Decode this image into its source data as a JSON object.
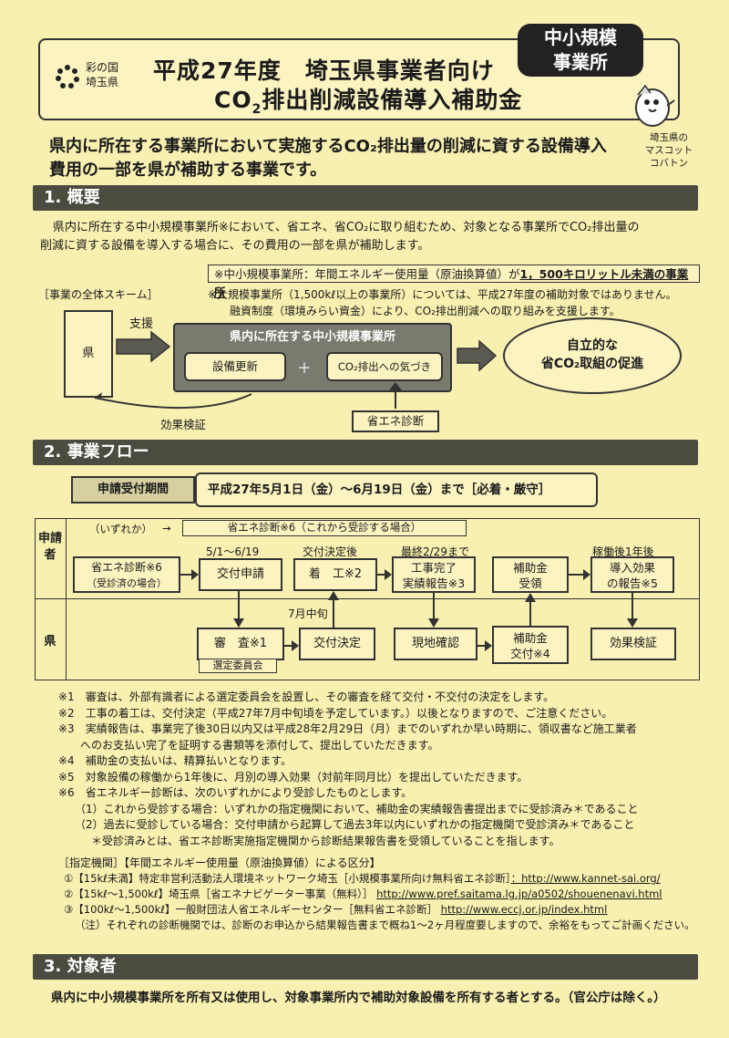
{
  "header": {
    "logo_text": [
      "彩の国",
      "埼玉県"
    ],
    "title_line1": "平成27年度　埼玉県事業者向け",
    "title_line2_pre": "CO",
    "title_line2_sub": "2",
    "title_line2_post": "排出削減設備導入補助金",
    "badge_line1": "中小規模",
    "badge_line2": "事業所",
    "mascot_caption": [
      "埼玉県の",
      "マスコット",
      "コバトン"
    ]
  },
  "lead": {
    "line1": "県内に所在する事業所において実施するCO₂排出量の削減に資する設備導入",
    "line2": "費用の一部を県が補助する事業です。"
  },
  "section1": {
    "heading": "1. 概要",
    "para1": "県内に所在する中小規模事業所※において、省エネ、省CO₂に取り組むため、対象となる事業所でCO₂排出量の",
    "para2": "削減に資する設備を導入する場合に、その費用の一部を県が補助します。",
    "note_prefix": "※中小規模事業所：年間エネルギー使用量（原油換算値）が",
    "note_emph": "1，500キロリットル未満の事業所",
    "scheme_label": "［事業の全体スキーム］",
    "large_note1": "※大規模事業所（1,500kℓ以上の事業所）については、平成27年度の補助対象ではありません。",
    "large_note2": "融資制度（環境みらい資金）により、CO₂排出削減への取り組みを支援します。",
    "scheme": {
      "pref": "県",
      "support": "支援",
      "target_title": "県内に所在する中小規模事業所",
      "equipment": "設備更新",
      "plus": "＋",
      "awareness": "CO₂排出への気づき",
      "effect_check": "効果検証",
      "audit": "省エネ診断",
      "result_line1": "自立的な",
      "result_line2": "省CO₂取組の促進"
    }
  },
  "section2": {
    "heading": "2. 事業フロー",
    "period_label": "申請受付期間",
    "period_value": "平成27年5月1日（金）～6月19日（金）まで［必着・厳守］",
    "row_applicant": "申請者",
    "row_pref": "県",
    "either": "（いずれか）",
    "audit_future": "省エネ診断※6（これから受診する場合）",
    "audit_done_line1": "省エネ診断※6",
    "audit_done_line2": "（受診済の場合）",
    "date_apply": "5/1～6/19",
    "apply": "交付申請",
    "after_decision": "交付決定後",
    "start": "着　工※2",
    "deadline": "最終2/29まで",
    "complete_line1": "工事完了",
    "complete_line2": "実績報告※3",
    "grant_line1": "補助金",
    "grant_line2": "受領",
    "after_year": "稼働後1年後",
    "effect_report_line1": "導入効果",
    "effect_report_line2": "の報告※5",
    "review": "審　査※1",
    "committee": "選定委員会",
    "mid_july": "7月中旬",
    "decision": "交付決定",
    "site_check": "現地確認",
    "grant_pay_line1": "補助金",
    "grant_pay_line2": "交付※4",
    "effect_verify": "効果検証"
  },
  "footnotes": [
    "※1　審査は、外部有識者による選定委員会を設置し、その審査を経て交付・不交付の決定をします。",
    "※2　工事の着工は、交付決定（平成27年7月中旬頃を予定しています。）以後となりますので、ご注意ください。",
    "※3　実績報告は、事業完了後30日以内又は平成28年2月29日（月）までのいずれか早い時期に、領収書など施工業者",
    "　　へのお支払い完了を証明する書類等を添付して、提出していただきます。",
    "※4　補助金の支払いは、精算払いとなります。",
    "※5　対象設備の稼働から1年後に、月別の導入効果（対前年同月比）を提出していただきます。",
    "※6　省エネルギー診断は、次のいずれかにより受診したものとします。",
    "　　（1）これから受診する場合：いずれかの指定機関において、補助金の実績報告書提出までに受診済み＊であること",
    "　　（2）過去に受診している場合：交付申請から起算して過去3年以内にいずれかの指定機関で受診済み＊であること",
    "　　　＊受診済みとは、省エネ診断実施指定機関から診断結果報告書を受領していることを指します。"
  ],
  "agencies": {
    "heading": "［指定機関］【年間エネルギー使用量（原油換算値）による区分】",
    "items": [
      {
        "label": "①【15kℓ未満】特定非営利活動法人環境ネットワーク埼玉［小規模事業所向け無料省エネ診断］",
        "url": "：http://www.kannet-sai.org/"
      },
      {
        "label": "②【15kℓ～1,500kℓ】埼玉県［省エネナビゲーター事業（無料）］",
        "url": "http://www.pref.saitama.lg.jp/a0502/shouenenavi.html"
      },
      {
        "label": "③【100kℓ～1,500kℓ】一般財団法人省エネルギーセンター［無料省エネ診断］",
        "url": "http://www.eccj.or.jp/index.html"
      }
    ],
    "note": "（注）それぞれの診断機関では、診断のお申込から結果報告書まで概ね1～2ヶ月程度要しますので、余裕をもってご計画ください。"
  },
  "section3": {
    "heading": "3. 対象者",
    "text": "県内に中小規模事業所を所有又は使用し、対象事業所内で補助対象設備を所有する者とする。（官公庁は除く。）"
  }
}
